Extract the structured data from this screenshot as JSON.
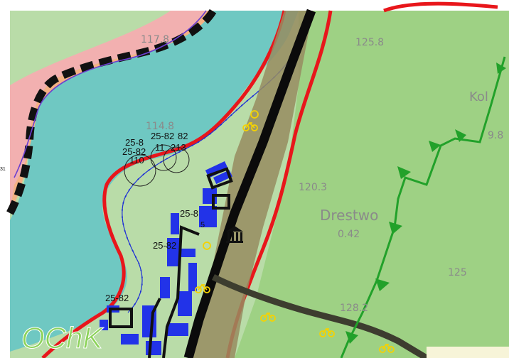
{
  "map": {
    "colors": {
      "lake": "#6fc8c2",
      "land": "#b9dca8",
      "forest_zone": "#9ed184",
      "buffer_pink": "#f2b0b0",
      "buffer_orange": "#f4b183",
      "road": "#3d3d2f",
      "boundary_red": "#e8161b",
      "boundary_green": "#22a12a",
      "buildings": "#2233e8",
      "trail_blue": "#1d2fd6",
      "bike": "#f5d200"
    },
    "labels": {
      "spot_1178": "117.8",
      "spot_1258": "125.8",
      "spot_1148": "114.8",
      "spot_1203": "120.3",
      "spot_1258b": "125",
      "spot_1282": "128.2",
      "spot_198": "9.8",
      "village": "Drestwo",
      "village_num": "0.42",
      "corner_k": "Kol",
      "left_edge_31": "31",
      "site_a_1": "25-8",
      "site_a_2": "25-82",
      "site_a_3": "110",
      "site_b_1": "25-82",
      "site_b_2": "11",
      "site_c_1": "82",
      "site_c_2": "213",
      "site_d": "25-8",
      "site_e": "25-82",
      "site_f": "25-82",
      "site_g": "5",
      "zone_label": "OChK"
    },
    "icons": [
      "bicycle-icon",
      "museum-icon",
      "protected-site-circle"
    ]
  }
}
